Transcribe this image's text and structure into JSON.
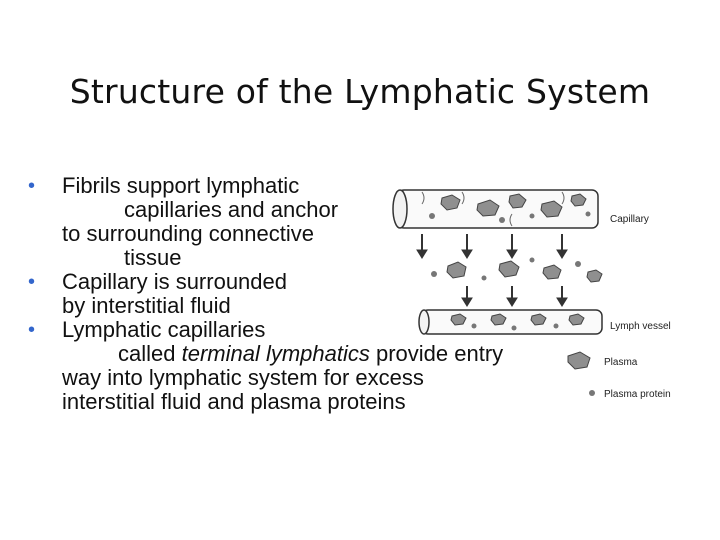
{
  "slide": {
    "title": "Structure of the Lymphatic System"
  },
  "bullets": [
    {
      "lines": [
        "Fibrils support lymphatic",
        "capillaries and anchor",
        "to surrounding connective",
        "tissue"
      ]
    },
    {
      "lines": [
        "Capillary is surrounded",
        "by interstitial fluid"
      ]
    },
    {
      "lines": [
        "Lymphatic capillaries",
        "called ",
        "terminal lymphatics",
        " provide entry",
        "way into lymphatic system for excess",
        "interstitial fluid and plasma proteins"
      ]
    }
  ],
  "figure": {
    "labels": {
      "capillary": "Capillary",
      "lymph_vessel": "Lymph vessel",
      "plasma": "Plasma",
      "plasma_protein": "Plasma protein"
    }
  },
  "colors": {
    "bullet": "#3366cc",
    "text": "#111111",
    "cell_fill": "#8f8f8f"
  }
}
